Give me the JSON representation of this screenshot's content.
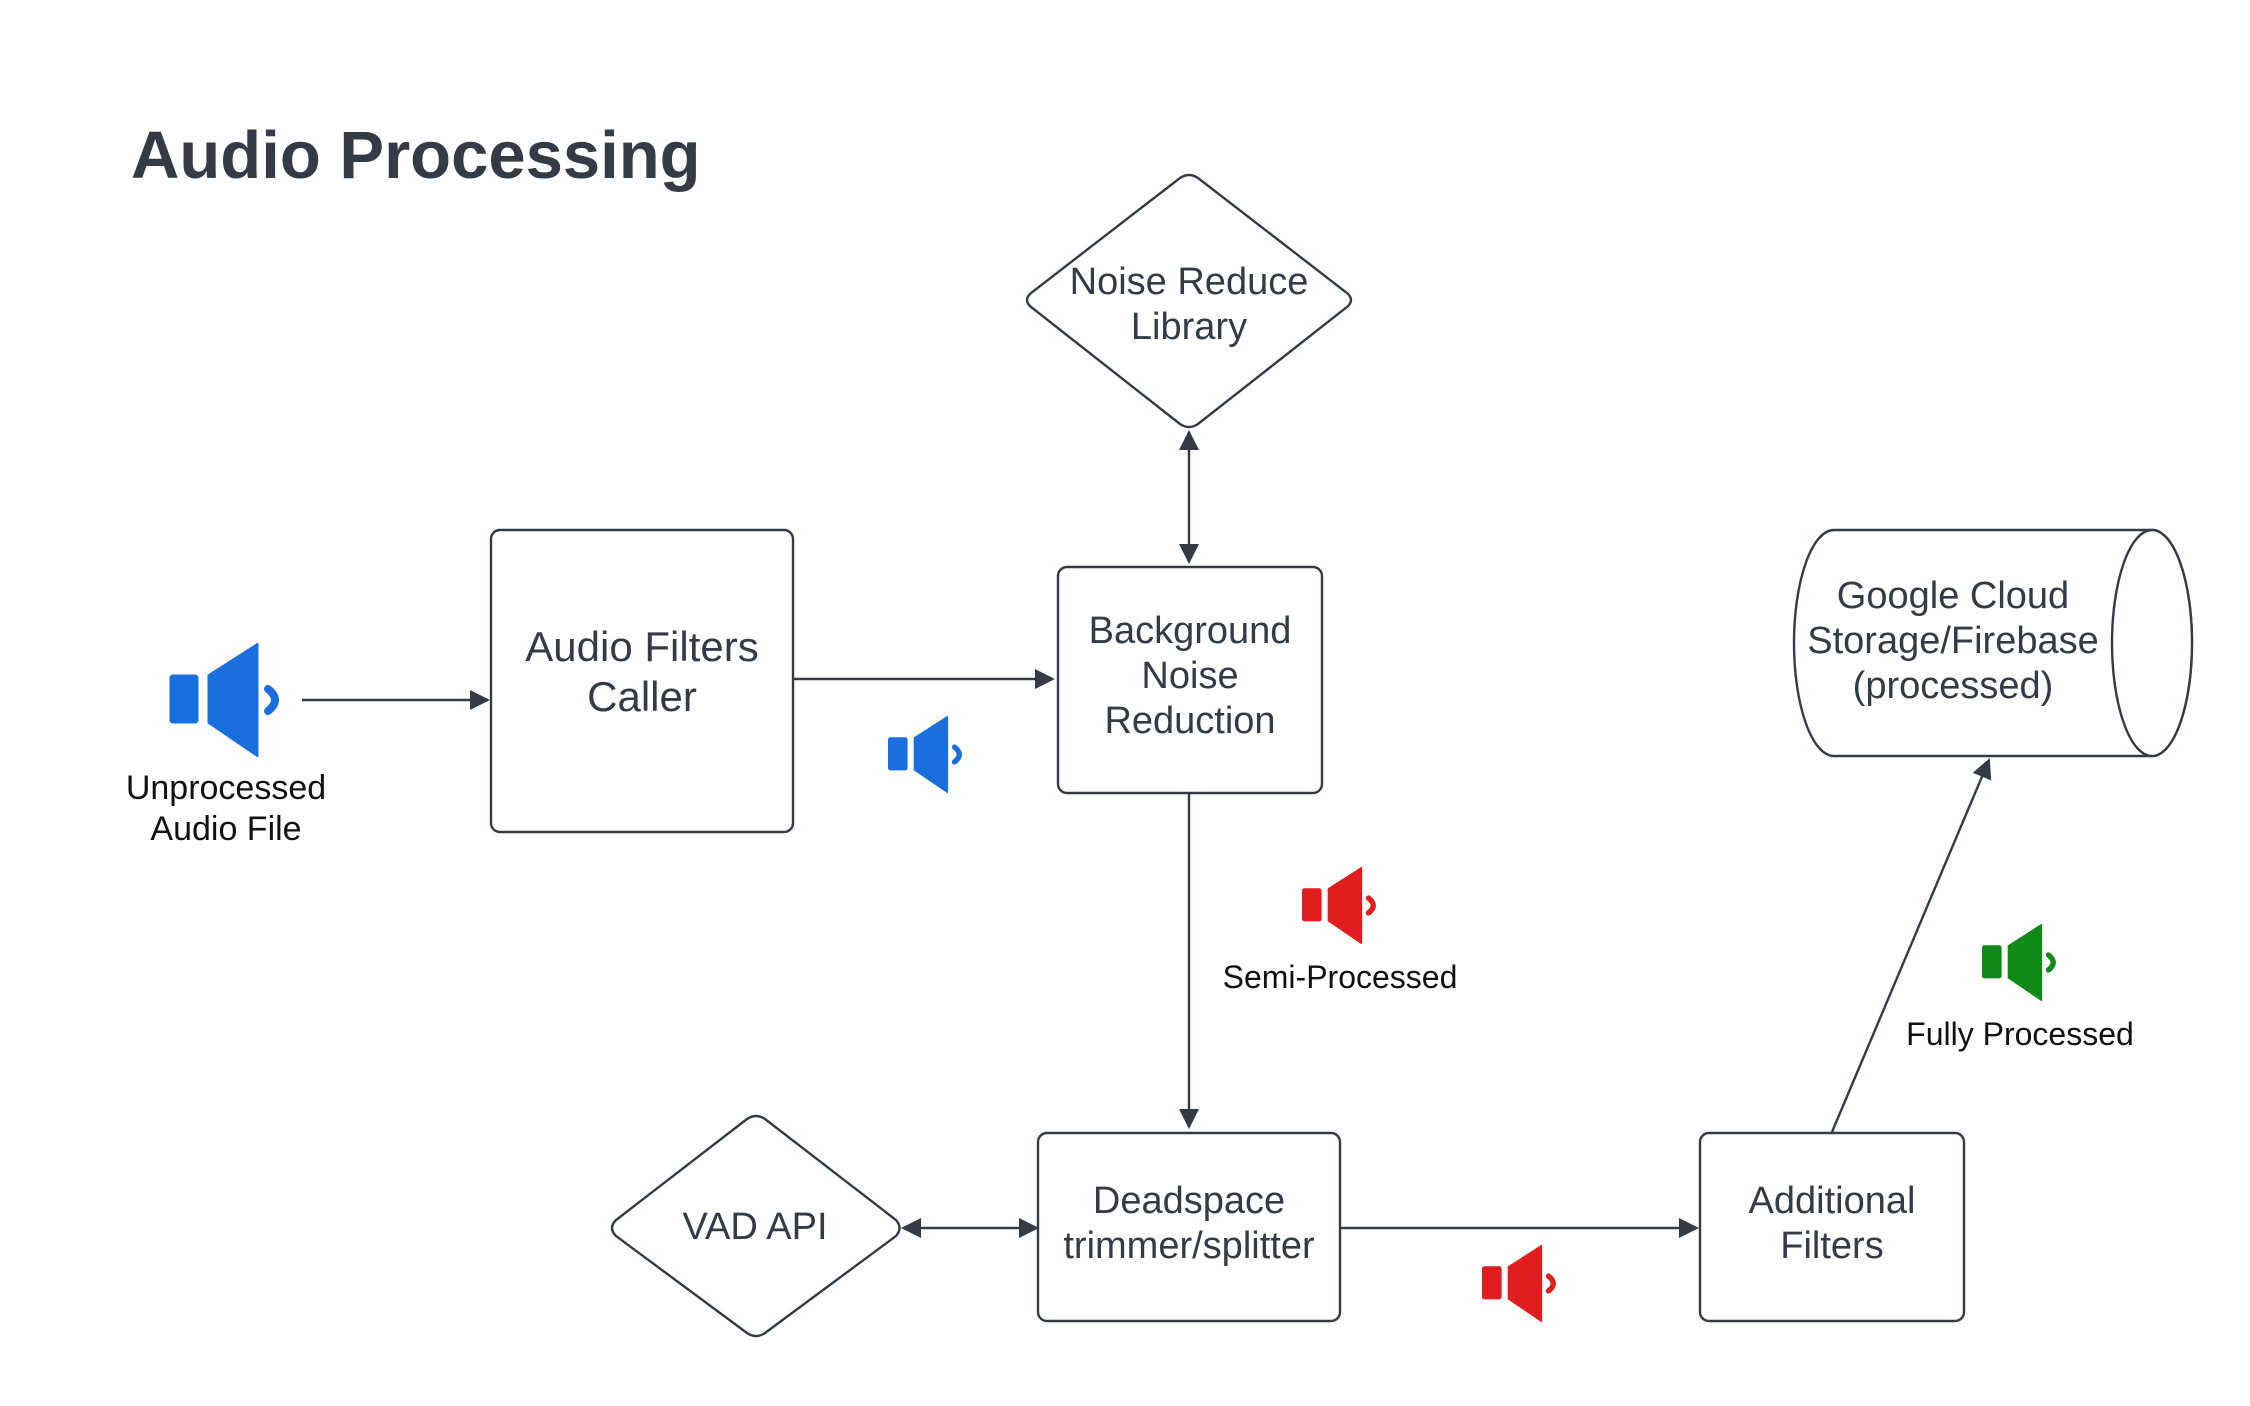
{
  "title": "Audio Processing",
  "colors": {
    "stroke": "#343b46",
    "unprocessed_audio": "#1a6fdf",
    "semi_processed_audio": "#e01e1e",
    "fully_processed_audio": "#0f8a18"
  },
  "nodes": {
    "audio_filters_caller": {
      "line1": "Audio Filters",
      "line2": "Caller"
    },
    "background_noise_reduction": {
      "line1": "Background",
      "line2": "Noise",
      "line3": "Reduction"
    },
    "noise_reduce_library": {
      "line1": "Noise Reduce",
      "line2": "Library"
    },
    "deadspace_trimmer": {
      "line1": "Deadspace",
      "line2": "trimmer/splitter"
    },
    "vad_api": {
      "label": "VAD API"
    },
    "additional_filters": {
      "line1": "Additional",
      "line2": "Filters"
    },
    "google_cloud_storage": {
      "line1": "Google Cloud",
      "line2": "Storage/Firebase",
      "line3": "(processed)"
    }
  },
  "captions": {
    "unprocessed_line1": "Unprocessed",
    "unprocessed_line2": "Audio File",
    "semi_processed": "Semi-Processed",
    "fully_processed": "Fully Processed"
  },
  "icons": [
    "speaker-unprocessed-icon",
    "speaker-blue-icon",
    "speaker-semi-processed-icon",
    "speaker-red-icon",
    "speaker-fully-processed-icon"
  ]
}
